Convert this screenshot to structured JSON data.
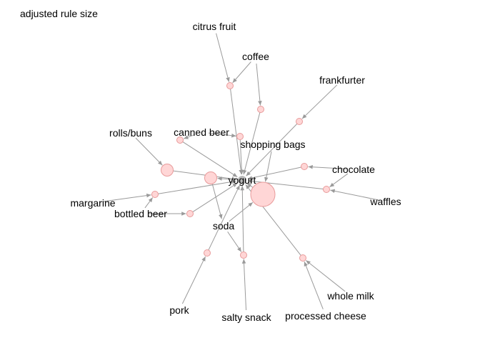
{
  "caption": "adjusted rule size",
  "graph": {
    "center_item": "yogurt",
    "items": [
      {
        "id": "citrus_fruit",
        "label": "citrus fruit"
      },
      {
        "id": "coffee",
        "label": "coffee"
      },
      {
        "id": "frankfurter",
        "label": "frankfurter"
      },
      {
        "id": "rolls_buns",
        "label": "rolls/buns"
      },
      {
        "id": "canned_beer",
        "label": "canned beer"
      },
      {
        "id": "shopping_bags",
        "label": "shopping bags"
      },
      {
        "id": "chocolate",
        "label": "chocolate"
      },
      {
        "id": "waffles",
        "label": "waffles"
      },
      {
        "id": "margarine",
        "label": "margarine"
      },
      {
        "id": "bottled_beer",
        "label": "bottled beer"
      },
      {
        "id": "soda",
        "label": "soda"
      },
      {
        "id": "whole_milk",
        "label": "whole milk"
      },
      {
        "id": "pork",
        "label": "pork"
      },
      {
        "id": "salty_snack",
        "label": "salty snack"
      },
      {
        "id": "processed_cheese",
        "label": "processed cheese"
      }
    ],
    "rules": [
      {
        "id": "r1",
        "size": "small",
        "lhs": [
          "citrus_fruit",
          "coffee"
        ],
        "rhs": [
          "yogurt"
        ]
      },
      {
        "id": "r2",
        "size": "small",
        "lhs": [
          "coffee"
        ],
        "rhs": [
          "yogurt"
        ]
      },
      {
        "id": "r3",
        "size": "small",
        "lhs": [
          "frankfurter"
        ],
        "rhs": [
          "yogurt"
        ]
      },
      {
        "id": "r4",
        "size": "small",
        "lhs": [
          "canned_beer"
        ],
        "rhs": [
          "yogurt"
        ]
      },
      {
        "id": "r5",
        "size": "small",
        "lhs": [
          "canned_beer"
        ],
        "rhs": [
          "yogurt"
        ]
      },
      {
        "id": "r6",
        "size": "medium",
        "lhs": [
          "rolls_buns"
        ],
        "rhs": [
          "yogurt"
        ]
      },
      {
        "id": "r7",
        "size": "medium",
        "lhs": [
          "yogurt"
        ],
        "rhs": [
          "soda"
        ]
      },
      {
        "id": "r8",
        "size": "small",
        "lhs": [
          "margarine",
          "bottled_beer"
        ],
        "rhs": [
          "yogurt"
        ]
      },
      {
        "id": "r9",
        "size": "small",
        "lhs": [
          "bottled_beer"
        ],
        "rhs": [
          "yogurt"
        ]
      },
      {
        "id": "r10",
        "size": "small",
        "lhs": [
          "chocolate"
        ],
        "rhs": [
          "yogurt"
        ]
      },
      {
        "id": "r11",
        "size": "small",
        "lhs": [
          "waffles",
          "chocolate"
        ],
        "rhs": [
          "yogurt"
        ]
      },
      {
        "id": "r12",
        "size": "large",
        "lhs": [
          "shopping_bags",
          "soda"
        ],
        "rhs": [
          "yogurt"
        ]
      },
      {
        "id": "r13",
        "size": "small",
        "lhs": [
          "pork"
        ],
        "rhs": [
          "yogurt"
        ]
      },
      {
        "id": "r14",
        "size": "small",
        "lhs": [
          "salty_snack",
          "soda"
        ],
        "rhs": [
          "yogurt"
        ]
      },
      {
        "id": "r15",
        "size": "small",
        "lhs": [
          "whole_milk",
          "processed_cheese"
        ],
        "rhs": [
          "yogurt"
        ]
      }
    ]
  }
}
